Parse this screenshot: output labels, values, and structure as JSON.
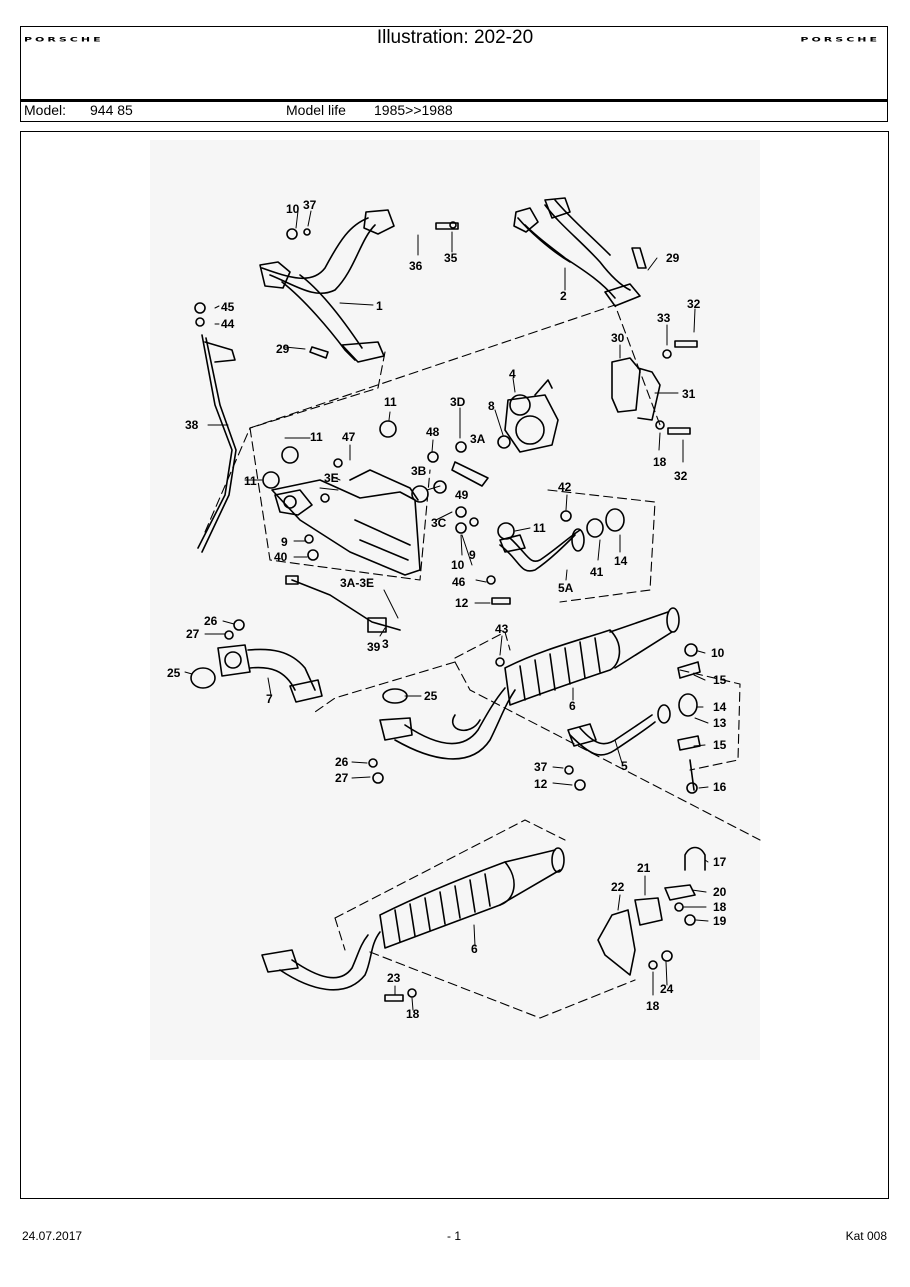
{
  "header": {
    "logo_left": "PORSCHE",
    "title": "Illustration: 202-20",
    "logo_right": "PORSCHE"
  },
  "model_bar": {
    "model_label": "Model:",
    "model_value": "944 85",
    "life_label": "Model life",
    "life_value": "1985>>1988"
  },
  "callouts": {
    "c1": "1",
    "c2": "2",
    "c3": "3",
    "c3a": "3A",
    "c3a_3e": "3A-3E",
    "c3b": "3B",
    "c3c": "3C",
    "c3d": "3D",
    "c3e": "3E",
    "c4": "4",
    "c5": "5",
    "c5a": "5A",
    "c6": "6",
    "c7": "7",
    "c8": "8",
    "c9": "9",
    "c10": "10",
    "c11": "11",
    "c12": "12",
    "c13": "13",
    "c14": "14",
    "c15": "15",
    "c16": "16",
    "c17": "17",
    "c18": "18",
    "c19": "19",
    "c20": "20",
    "c21": "21",
    "c22": "22",
    "c23": "23",
    "c24": "24",
    "c25": "25",
    "c26": "26",
    "c27": "27",
    "c29": "29",
    "c30": "30",
    "c31": "31",
    "c32": "32",
    "c33": "33",
    "c35": "35",
    "c36": "36",
    "c37": "37",
    "c38": "38",
    "c39": "39",
    "c40": "40",
    "c41": "41",
    "c42": "42",
    "c43": "43",
    "c44": "44",
    "c45": "45",
    "c46": "46",
    "c47": "47",
    "c48": "48",
    "c49": "49"
  },
  "footer": {
    "date": "24.07.2017",
    "page": "- 1",
    "catalog": "Kat 008"
  }
}
